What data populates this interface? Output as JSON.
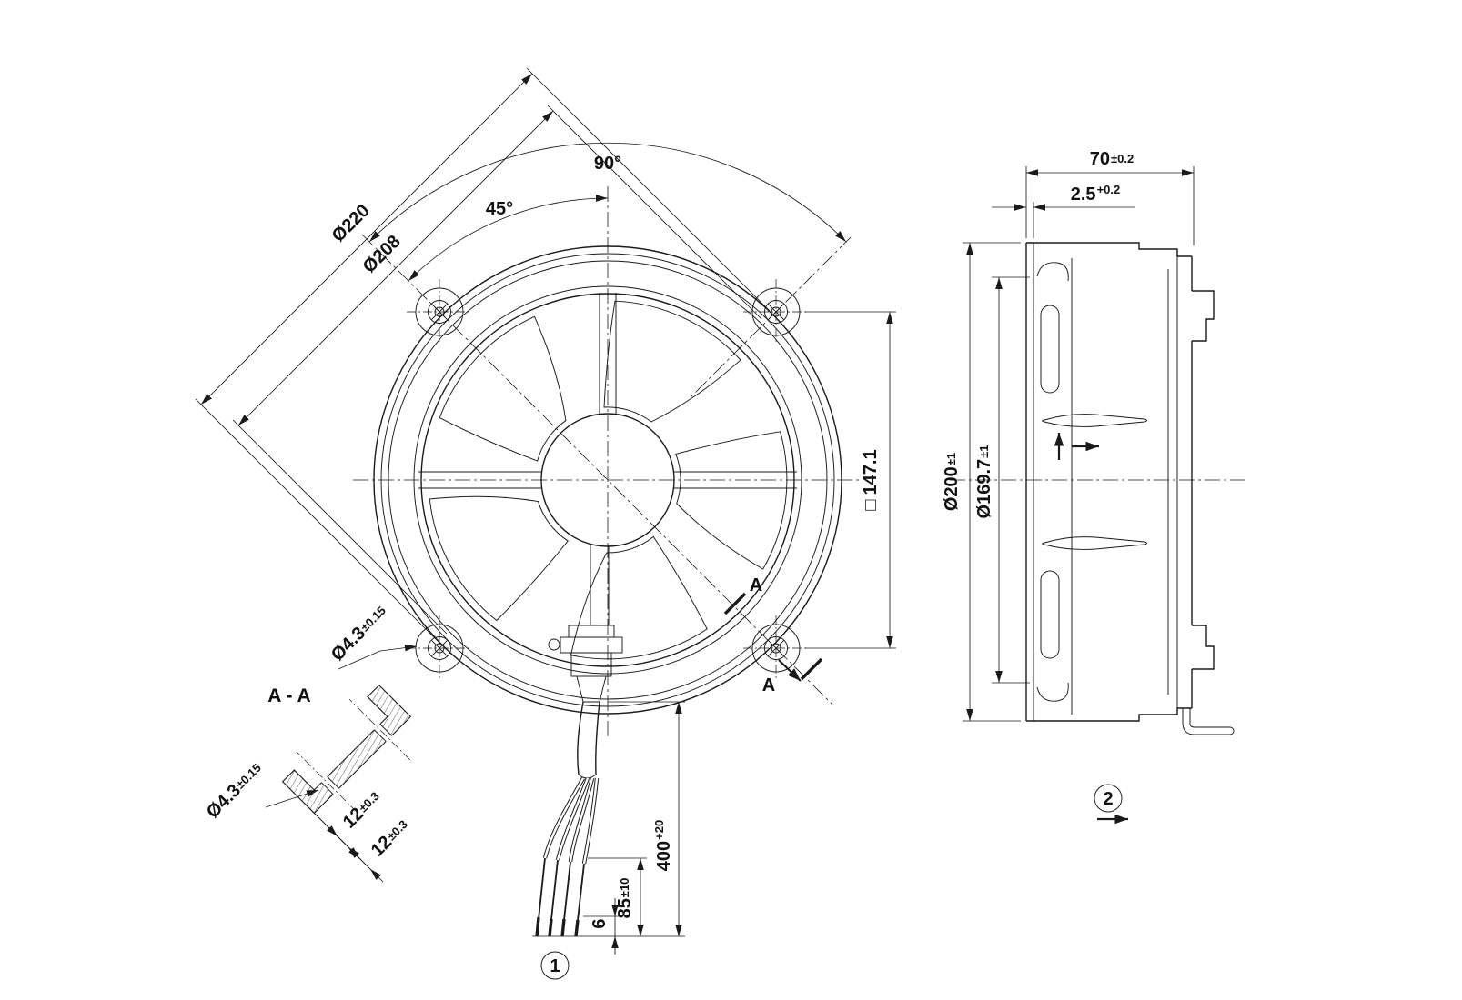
{
  "front_view": {
    "outer_diameter": {
      "value": "Ø220"
    },
    "bolt_circle_diameter": {
      "value": "Ø208"
    },
    "angle_half": "45°",
    "angle_full": "90°",
    "mounting_square": {
      "symbol": "□",
      "value": "147.1"
    },
    "mounting_hole": {
      "value": "Ø4.3",
      "tol": "±0.15"
    },
    "section_mark_top": "A",
    "section_mark_bottom": "A"
  },
  "section_detail": {
    "title": "A - A",
    "hole_diameter": {
      "value": "Ø4.3",
      "tol": "±0.15"
    },
    "flange_width_top": {
      "value": "12",
      "tol": "±0.3"
    },
    "flange_width_side": {
      "value": "12",
      "tol": "±0.3"
    }
  },
  "cable": {
    "length": {
      "value": "400",
      "tol": "+20"
    },
    "stripped_length": {
      "value": "85",
      "tol": "±10"
    },
    "tip_length": {
      "value": "6"
    },
    "balloon": "1"
  },
  "side_view": {
    "depth": {
      "value": "70",
      "tol": "±0.2"
    },
    "flange_thickness": {
      "value": "2.5",
      "tol": "+0.2"
    },
    "housing_diameter": {
      "value": "Ø200",
      "tol": "±1"
    },
    "inlet_diameter": {
      "value": "Ø169.7",
      "tol": "±1"
    },
    "balloon": "2"
  }
}
